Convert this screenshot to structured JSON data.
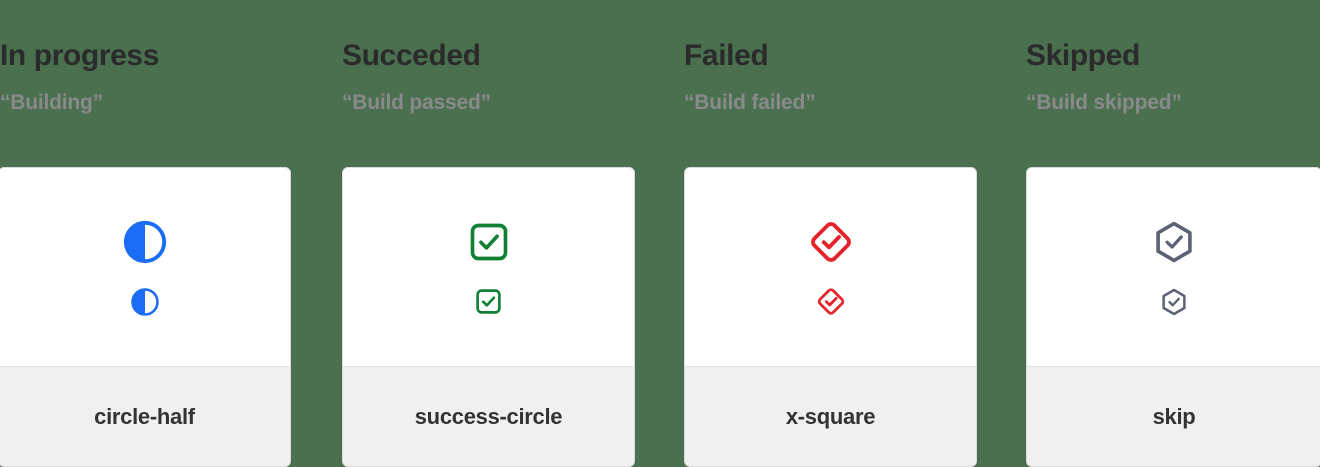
{
  "page": {
    "background_color": "#4a7050",
    "heading_color": "#2b2b2b",
    "quote_color": "#8a8a8a",
    "card_background": "#ffffff",
    "card_footer_background": "#f0f0f0"
  },
  "columns": [
    {
      "heading": "In progress",
      "quote": "“Building”",
      "icon_name": "circle-half-icon",
      "icon_color": "#1a6cf5",
      "label": "circle-half"
    },
    {
      "heading": "Succeded",
      "quote": "“Build passed”",
      "icon_name": "success-circle-icon",
      "icon_color": "#128034",
      "label": "success-circle"
    },
    {
      "heading": "Failed",
      "quote": "“Build failed”",
      "icon_name": "x-square-icon",
      "icon_color": "#e5232a",
      "label": "x-square"
    },
    {
      "heading": "Skipped",
      "quote": "“Build skipped”",
      "icon_name": "skip-icon",
      "icon_color": "#5c6273",
      "label": "skip"
    }
  ]
}
